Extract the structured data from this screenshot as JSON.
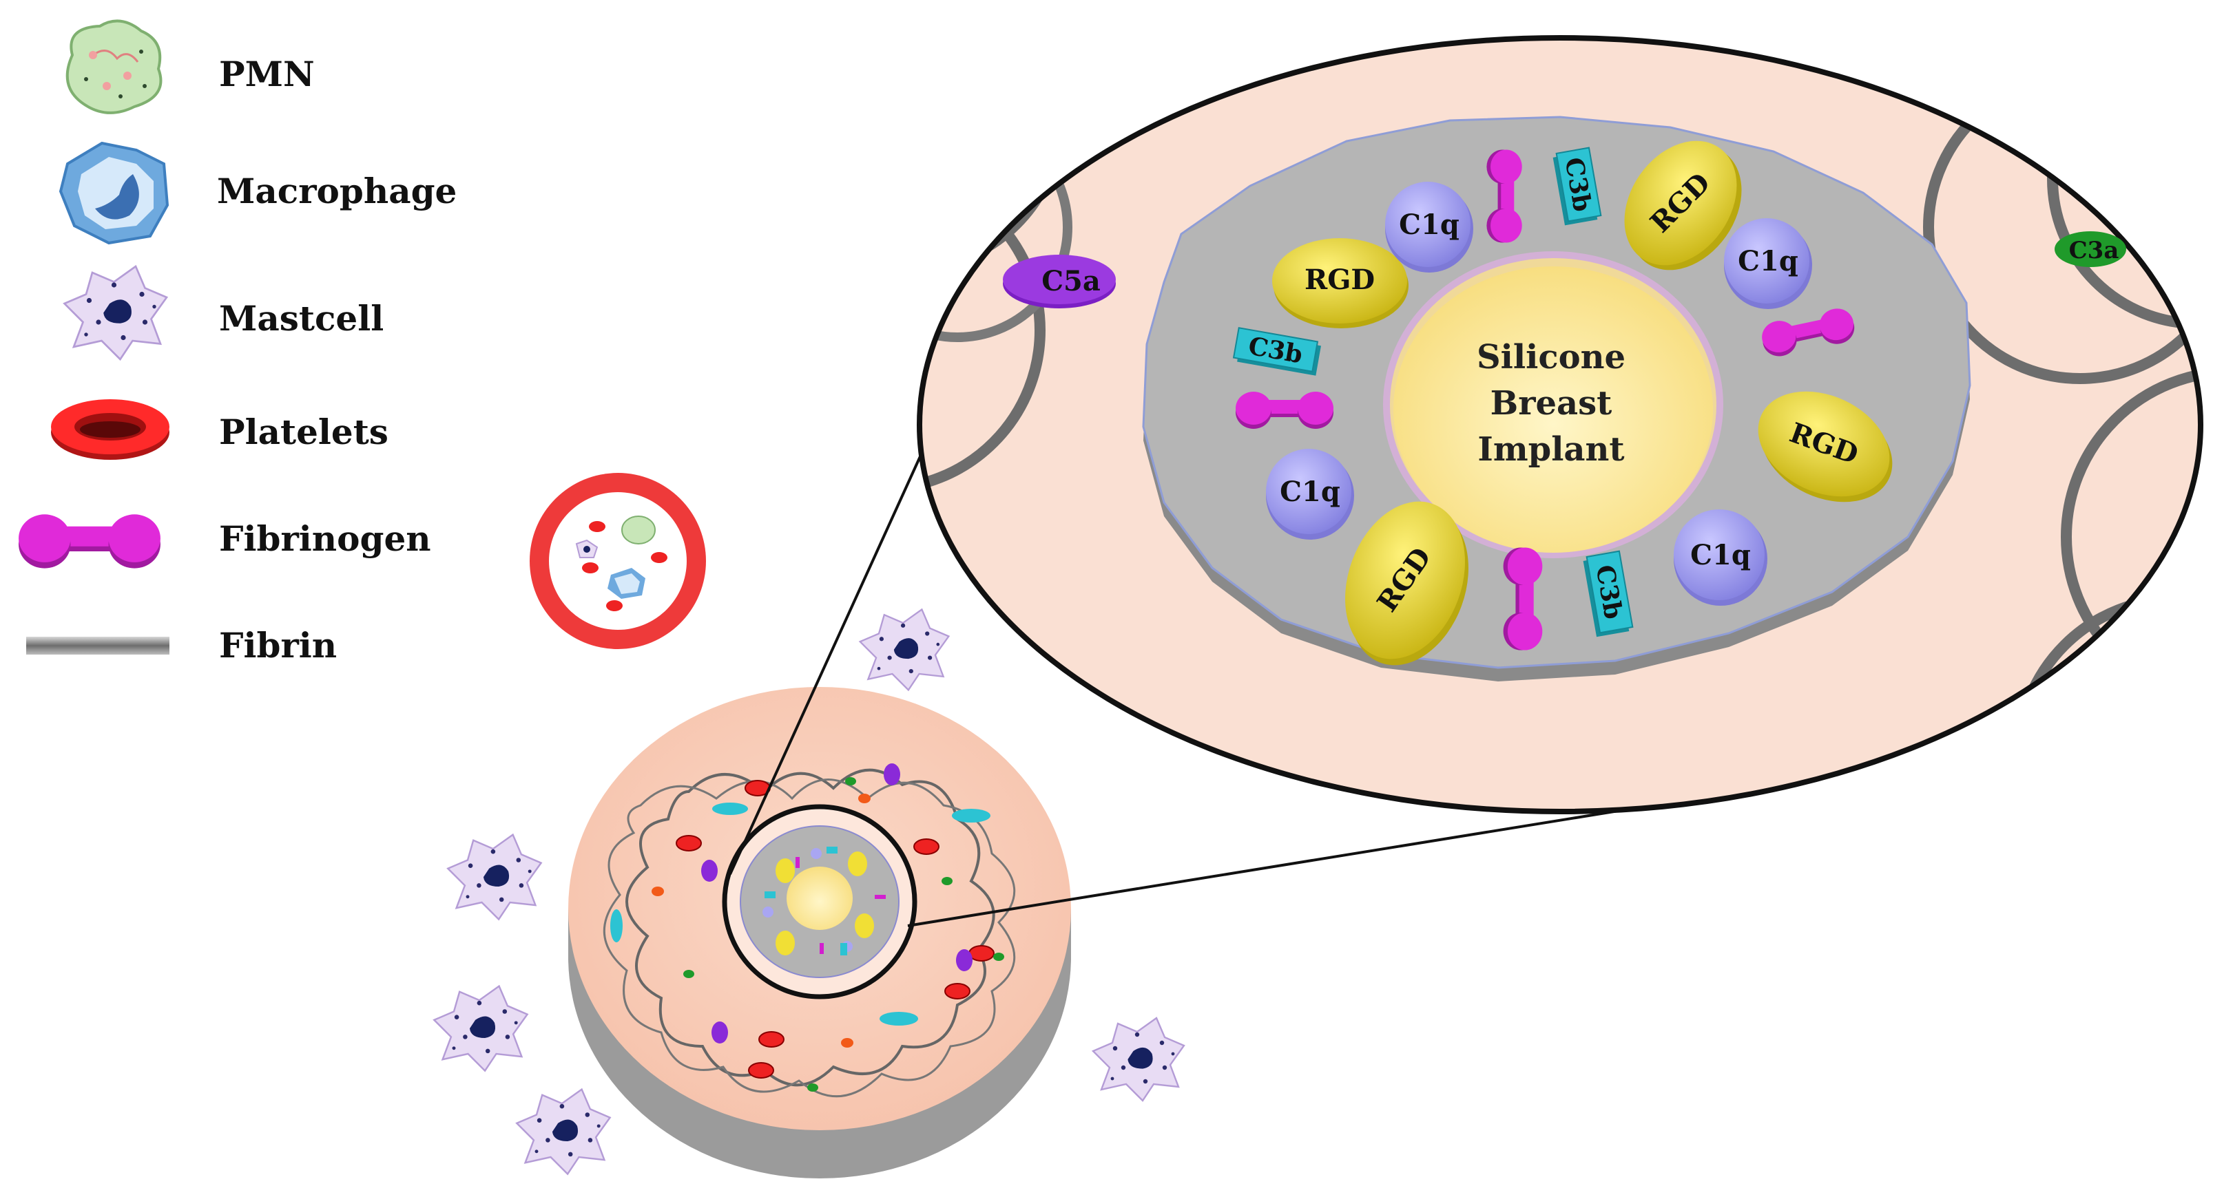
{
  "legend": {
    "items": [
      {
        "label": "PMN",
        "icon": "pmn-cell-icon"
      },
      {
        "label": "Macrophage",
        "icon": "macrophage-icon"
      },
      {
        "label": "Mastcell",
        "icon": "mastcell-icon"
      },
      {
        "label": "Platelets",
        "icon": "platelet-icon"
      },
      {
        "label": "Fibrinogen",
        "icon": "fibrinogen-icon"
      },
      {
        "label": "Fibrin",
        "icon": "fibrin-strand-icon"
      }
    ]
  },
  "zoom_view": {
    "implant_label": [
      "Silicone",
      "Breast",
      "Implant"
    ],
    "protein_labels": {
      "rgd": "RGD",
      "c1q": "C1q",
      "c3b": "C3b",
      "c5a": "C5a",
      "c3a": "C3a"
    }
  },
  "colors": {
    "tissue": "#fae0d3",
    "implant_ring": "#b3b3b3",
    "implant_core": "#fde9a3",
    "rgd": "#ecdc3a",
    "c1q": "#a9a6f2",
    "c3b": "#2cc3d3",
    "fibrinogen": "#d21fcf",
    "platelet": "#e72a2a",
    "c5a": "#8a2ad8",
    "c3a": "#1f9a2a",
    "fibrin": "#7f7f7f",
    "mastcell": "#e8dcf4",
    "pmn": "#c8e6b8",
    "macrophage": "#6ea9de"
  }
}
